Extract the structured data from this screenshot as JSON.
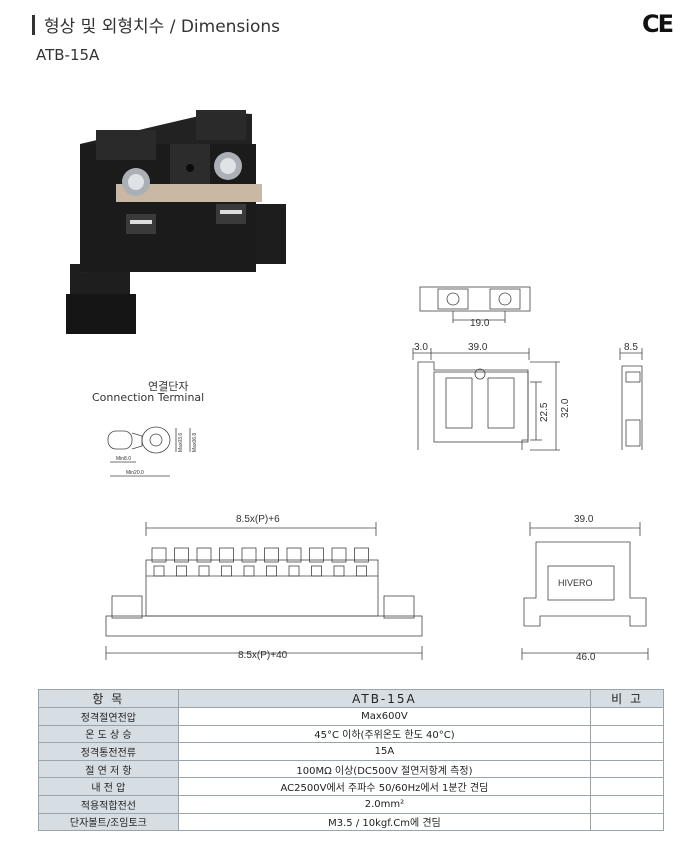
{
  "header": {
    "title": "형상 및 외형치수 / Dimensions",
    "ce_mark": "CE"
  },
  "model": "ATB-15A",
  "connection_terminal": {
    "label_ko": "연결단자",
    "label_en": "Connection Terminal",
    "dims": [
      "Min8.0",
      "Min20.0",
      "Max03.6",
      "Max06.8"
    ]
  },
  "dimensions": {
    "top_width": "19.0",
    "front_left": "3.0",
    "front_width": "39.0",
    "side_depth": "8.5",
    "height_inner": "22.5",
    "height_total": "32.0",
    "strip_top": "8.5x(P)+6",
    "strip_bottom": "8.5x(P)+40",
    "end_top": "39.0",
    "end_bottom": "46.0",
    "brand": "HIVERO"
  },
  "table": {
    "headers": [
      "항 목",
      "ATB-15A",
      "비 고"
    ],
    "rows": [
      {
        "label": "정격절연전압",
        "value": "Max600V",
        "note": ""
      },
      {
        "label": "온 도 상 승",
        "value": "45°C 이하(주위온도 한도 40°C)",
        "note": ""
      },
      {
        "label": "정격통전전류",
        "value": "15A",
        "note": ""
      },
      {
        "label": "절 연 저 항",
        "value": "100MΩ 이상(DC500V 절연저항계 측정)",
        "note": ""
      },
      {
        "label": "내 전 압",
        "value": "AC2500V에서 주파수 50/60Hz에서 1분간 견딤",
        "note": ""
      },
      {
        "label": "적용적합전선",
        "value": "2.0mm²",
        "note": ""
      },
      {
        "label": "단자볼트/조임토크",
        "value": "M3.5 / 10kgf.Cm에 견딤",
        "note": ""
      }
    ]
  }
}
